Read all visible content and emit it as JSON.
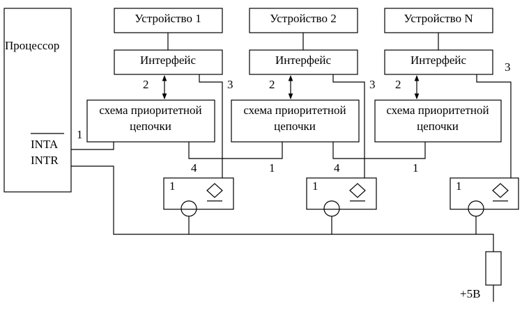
{
  "processor": {
    "label": "Процессор",
    "inta_label": "INTA",
    "intr_label": "INTR"
  },
  "devices": [
    {
      "device_label": "Устройство 1",
      "interface_label": "Интерфейс",
      "chain_line1": "схема приоритетной",
      "chain_line2": "цепочки",
      "pin_2": "2",
      "pin_3": "3",
      "pin_4": "4",
      "pin_in": "1",
      "buffer_label": "1"
    },
    {
      "device_label": "Устройство 2",
      "interface_label": "Интерфейс",
      "chain_line1": "схема приоритетной",
      "chain_line2": "цепочки",
      "pin_2": "2",
      "pin_3": "3",
      "pin_4": "4",
      "pin_in": "1",
      "buffer_label": "1"
    },
    {
      "device_label": "Устройство N",
      "interface_label": "Интерфейс",
      "chain_line1": "схема приоритетной",
      "chain_line2": "цепочки",
      "pin_2": "2",
      "pin_3": "3",
      "pin_in": "1",
      "buffer_label": "1"
    }
  ],
  "supply_label": "+5В"
}
